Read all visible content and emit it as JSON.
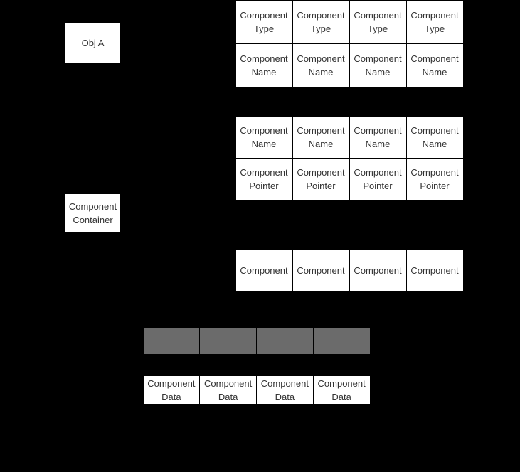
{
  "diagram": {
    "background_color": "#000000",
    "node_fill_color": "#ffffff",
    "node_border_color": "#000000",
    "text_color": "#333333",
    "memory_block_color": "#6b6b6b",
    "nodes": {
      "obj_a": "Obj A",
      "component_container": "Component\nContainer"
    },
    "tables": {
      "component_type_name": {
        "columns": 4,
        "rows": [
          [
            "Component\nType",
            "Component\nType",
            "Component\nType",
            "Component\nType"
          ],
          [
            "Component\nName",
            "Component\nName",
            "Component\nName",
            "Component\nName"
          ]
        ]
      },
      "component_name_pointer": {
        "columns": 4,
        "rows": [
          [
            "Component\nName",
            "Component\nName",
            "Component\nName",
            "Component\nName"
          ],
          [
            "Component\nPointer",
            "Component\nPointer",
            "Component\nPointer",
            "Component\nPointer"
          ]
        ]
      },
      "component_row": {
        "columns": 4,
        "rows": [
          [
            "Component",
            "Component",
            "Component",
            "Component"
          ]
        ]
      },
      "memory_block_bar": {
        "columns": 4,
        "rows": [
          [
            "",
            "",
            "",
            ""
          ]
        ]
      },
      "component_data": {
        "columns": 4,
        "rows": [
          [
            "Component\nData",
            "Component\nData",
            "Component\nData",
            "Component\nData"
          ]
        ]
      }
    }
  }
}
